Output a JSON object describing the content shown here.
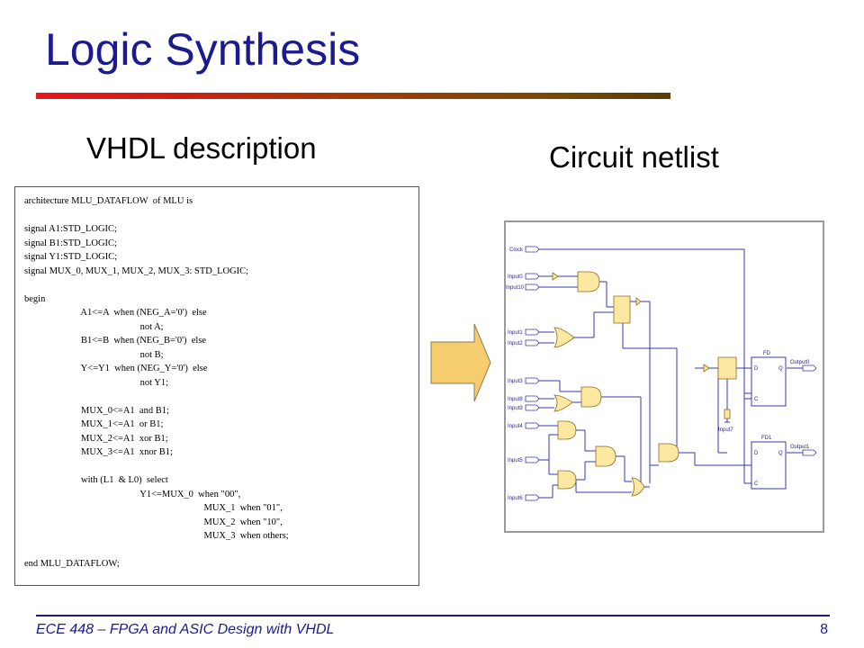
{
  "slide": {
    "title": "Logic Synthesis",
    "left_subtitle": "VHDL description",
    "right_subtitle": "Circuit netlist",
    "footer": "ECE 448 – FPGA and ASIC Design with VHDL",
    "page_number": "8"
  },
  "code_lines": [
    "architecture MLU_DATAFLOW  of MLU is",
    "",
    "signal A1:STD_LOGIC;",
    "signal B1:STD_LOGIC;",
    "signal Y1:STD_LOGIC;",
    "signal MUX_0, MUX_1, MUX_2, MUX_3: STD_LOGIC;",
    "",
    "begin",
    "                        A1<=A  when (NEG_A='0')  else",
    "                                                 not A;",
    "                        B1<=B  when (NEG_B='0')  else",
    "                                                 not B;",
    "                        Y<=Y1  when (NEG_Y='0')  else",
    "                                                 not Y1;",
    "",
    "                        MUX_0<=A1  and B1;",
    "                        MUX_1<=A1  or B1;",
    "                        MUX_2<=A1  xor B1;",
    "                        MUX_3<=A1  xnor B1;",
    "",
    "                        with (L1  & L0)  select",
    "                                                 Y1<=MUX_0  when \"00\",",
    "                                                                            MUX_1  when \"01\",",
    "                                                                            MUX_2  when \"10\",",
    "                                                                            MUX_3  when others;",
    "",
    "end MLU_DATAFLOW;"
  ],
  "netlist": {
    "clock_label": "Clock",
    "inputs": [
      "Input0",
      "Input10",
      "Input1",
      "Input2",
      "Input3",
      "Input8",
      "Input9",
      "Input4",
      "Input5",
      "Input6"
    ],
    "input7_label": "Input7",
    "ff0_label": "FD",
    "ff1_label": "FD1",
    "output0_label": "Output0",
    "output1_label": "Output1",
    "pin_d": "D",
    "pin_q": "Q",
    "pin_c": "C"
  },
  "colors": {
    "title": "#1b1b8f",
    "title_bar": "#c01e10",
    "arrow_fill": "#f5cd6e",
    "gate_fill": "#fce8a0",
    "wire": "#3a3aa8"
  }
}
